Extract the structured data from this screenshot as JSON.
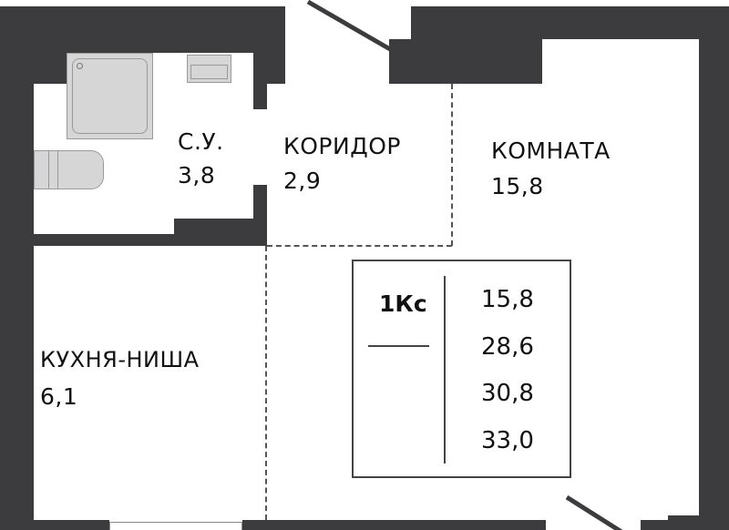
{
  "rooms": {
    "bathroom": {
      "name": "С.У.",
      "area": "3,8"
    },
    "corridor": {
      "name": "КОРИДОР",
      "area": "2,9"
    },
    "room": {
      "name": "КОМНАТА",
      "area": "15,8"
    },
    "kitchen": {
      "name": "КУХНЯ-НИША",
      "area": "6,1"
    }
  },
  "summary": {
    "type": "1Кс",
    "areas": [
      "15,8",
      "28,6",
      "30,8",
      "33,0"
    ]
  },
  "colors": {
    "wall": "#3c3c3f",
    "fixture": "#d6d6d6"
  }
}
